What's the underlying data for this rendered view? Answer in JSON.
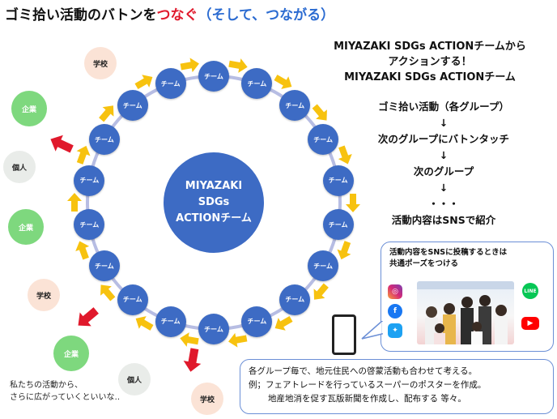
{
  "title": {
    "part1": "ゴミ拾い活動のバトンを",
    "part2": "つなぐ",
    "part3": "（そして、つながる）"
  },
  "center_circle": {
    "line1": "MIYAZAKI",
    "line2": "SDGs",
    "line3": "ACTIONチーム"
  },
  "team_label": "チーム",
  "team_count": 18,
  "outer_bubbles": [
    {
      "label": "学校",
      "kind": "school"
    },
    {
      "label": "企業",
      "kind": "company"
    },
    {
      "label": "個人",
      "kind": "individual"
    },
    {
      "label": "企業",
      "kind": "company"
    },
    {
      "label": "学校",
      "kind": "school"
    },
    {
      "label": "企業",
      "kind": "company"
    },
    {
      "label": "個人",
      "kind": "individual"
    },
    {
      "label": "学校",
      "kind": "school"
    }
  ],
  "right_panel": {
    "heading_line1": "MIYAZAKI SDGs ACTIONチームから",
    "heading_line2": "アクションする！",
    "heading_line3": "MIYAZAKI SDGs ACTIONチーム",
    "step1": "ゴミ拾い活動（各グループ）",
    "arrow": "↓",
    "step2": "次のグループにバトンタッチ",
    "step3": "次のグループ",
    "dots": "・・・",
    "step4": "活動内容はSNSで紹介"
  },
  "callout": {
    "line1": "活動内容をSNSに投稿するときは",
    "line2": "共通ポーズをつける",
    "sns_icons": [
      "instagram-icon",
      "line-icon",
      "facebook-icon",
      "youtube-icon",
      "twitter-icon"
    ],
    "line_icon_text": "LINE"
  },
  "bottom_box": {
    "line1": "各グループ毎で、地元住民への啓蒙活動も合わせて考える。",
    "line2": "例；フェアトレードを行っているスーパーのポスターを作成。",
    "line3": "地産地消を促す瓦版新聞を作成し、配布する 等々。"
  },
  "note": {
    "line1": "私たちの活動から、",
    "line2": "さらに広がっていくといいな‥"
  },
  "colors": {
    "node_blue": "#3d6bc4",
    "ring_lavender": "#b7bde3",
    "arrow_yellow": "#f7c20f",
    "arrow_red": "#e0192c",
    "company_green": "#7ed87e",
    "school_pink": "#fbe3d6",
    "individual_gray": "#e9ece9"
  }
}
